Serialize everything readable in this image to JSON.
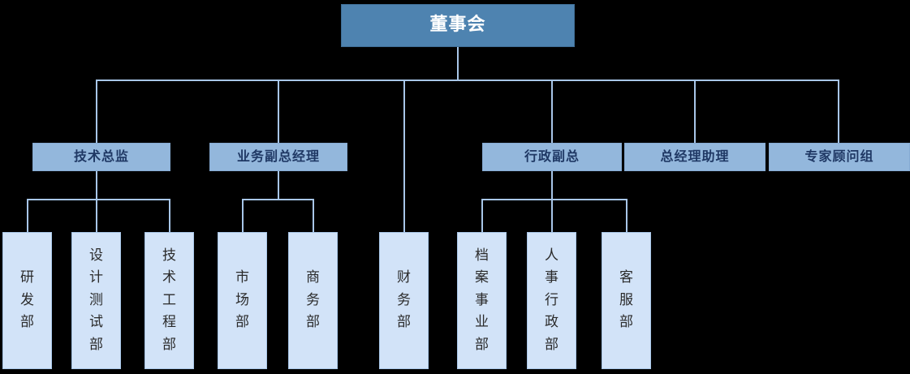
{
  "chart_data": {
    "type": "diagram",
    "diagram_type": "organization-chart",
    "title": "",
    "orientation": "top-down",
    "background_color": "#000000",
    "levels": [
      {
        "name": "root",
        "fill": "#4E83B0",
        "text_color": "#FFFFFF"
      },
      {
        "name": "level2",
        "fill": "#93B7DC",
        "text_color": "#1F3864"
      },
      {
        "name": "leaf",
        "fill": "#D2E3F8",
        "text_color": "#2A2A2A"
      }
    ],
    "connector_color": "#A8C6E8",
    "nodes": [
      {
        "id": "board",
        "label": "董事会",
        "level": "root",
        "parent": null
      },
      {
        "id": "cto",
        "label": "技术总监",
        "level": "level2",
        "parent": "board"
      },
      {
        "id": "bizvp",
        "label": "业务副总经理",
        "level": "level2",
        "parent": "board"
      },
      {
        "id": "adminvp",
        "label": "行政副总",
        "level": "level2",
        "parent": "board"
      },
      {
        "id": "gmassist",
        "label": "总经理助理",
        "level": "level2",
        "parent": "board"
      },
      {
        "id": "experts",
        "label": "专家顾问组",
        "level": "level2",
        "parent": "board"
      },
      {
        "id": "rd",
        "label": "研发部",
        "level": "leaf",
        "parent": "cto"
      },
      {
        "id": "designtest",
        "label": "设计测试部",
        "level": "leaf",
        "parent": "cto"
      },
      {
        "id": "techeng",
        "label": "技术工程部",
        "level": "leaf",
        "parent": "cto"
      },
      {
        "id": "marketing",
        "label": "市场部",
        "level": "leaf",
        "parent": "bizvp"
      },
      {
        "id": "commerce",
        "label": "商务部",
        "level": "leaf",
        "parent": "bizvp"
      },
      {
        "id": "finance",
        "label": "财务部",
        "level": "leaf",
        "parent": "board"
      },
      {
        "id": "archives",
        "label": "档案事业部",
        "level": "leaf",
        "parent": "adminvp"
      },
      {
        "id": "hradmin",
        "label": "人事行政部",
        "level": "leaf",
        "parent": "adminvp"
      },
      {
        "id": "service",
        "label": "客服部",
        "level": "leaf",
        "parent": "adminvp"
      }
    ]
  },
  "root": {
    "label": "董事会"
  },
  "level2": {
    "cto": "技术总监",
    "bizvp": "业务副总经理",
    "adminvp": "行政副总",
    "gmassist": "总经理助理",
    "experts": "专家顾问组"
  },
  "leaves": {
    "rd": "研发部",
    "designtest": "设计测试部",
    "techeng": "技术工程部",
    "marketing": "市场部",
    "commerce": "商务部",
    "finance": "财务部",
    "archives": "档案事业部",
    "hradmin": "人事行政部",
    "service": "客服部"
  }
}
